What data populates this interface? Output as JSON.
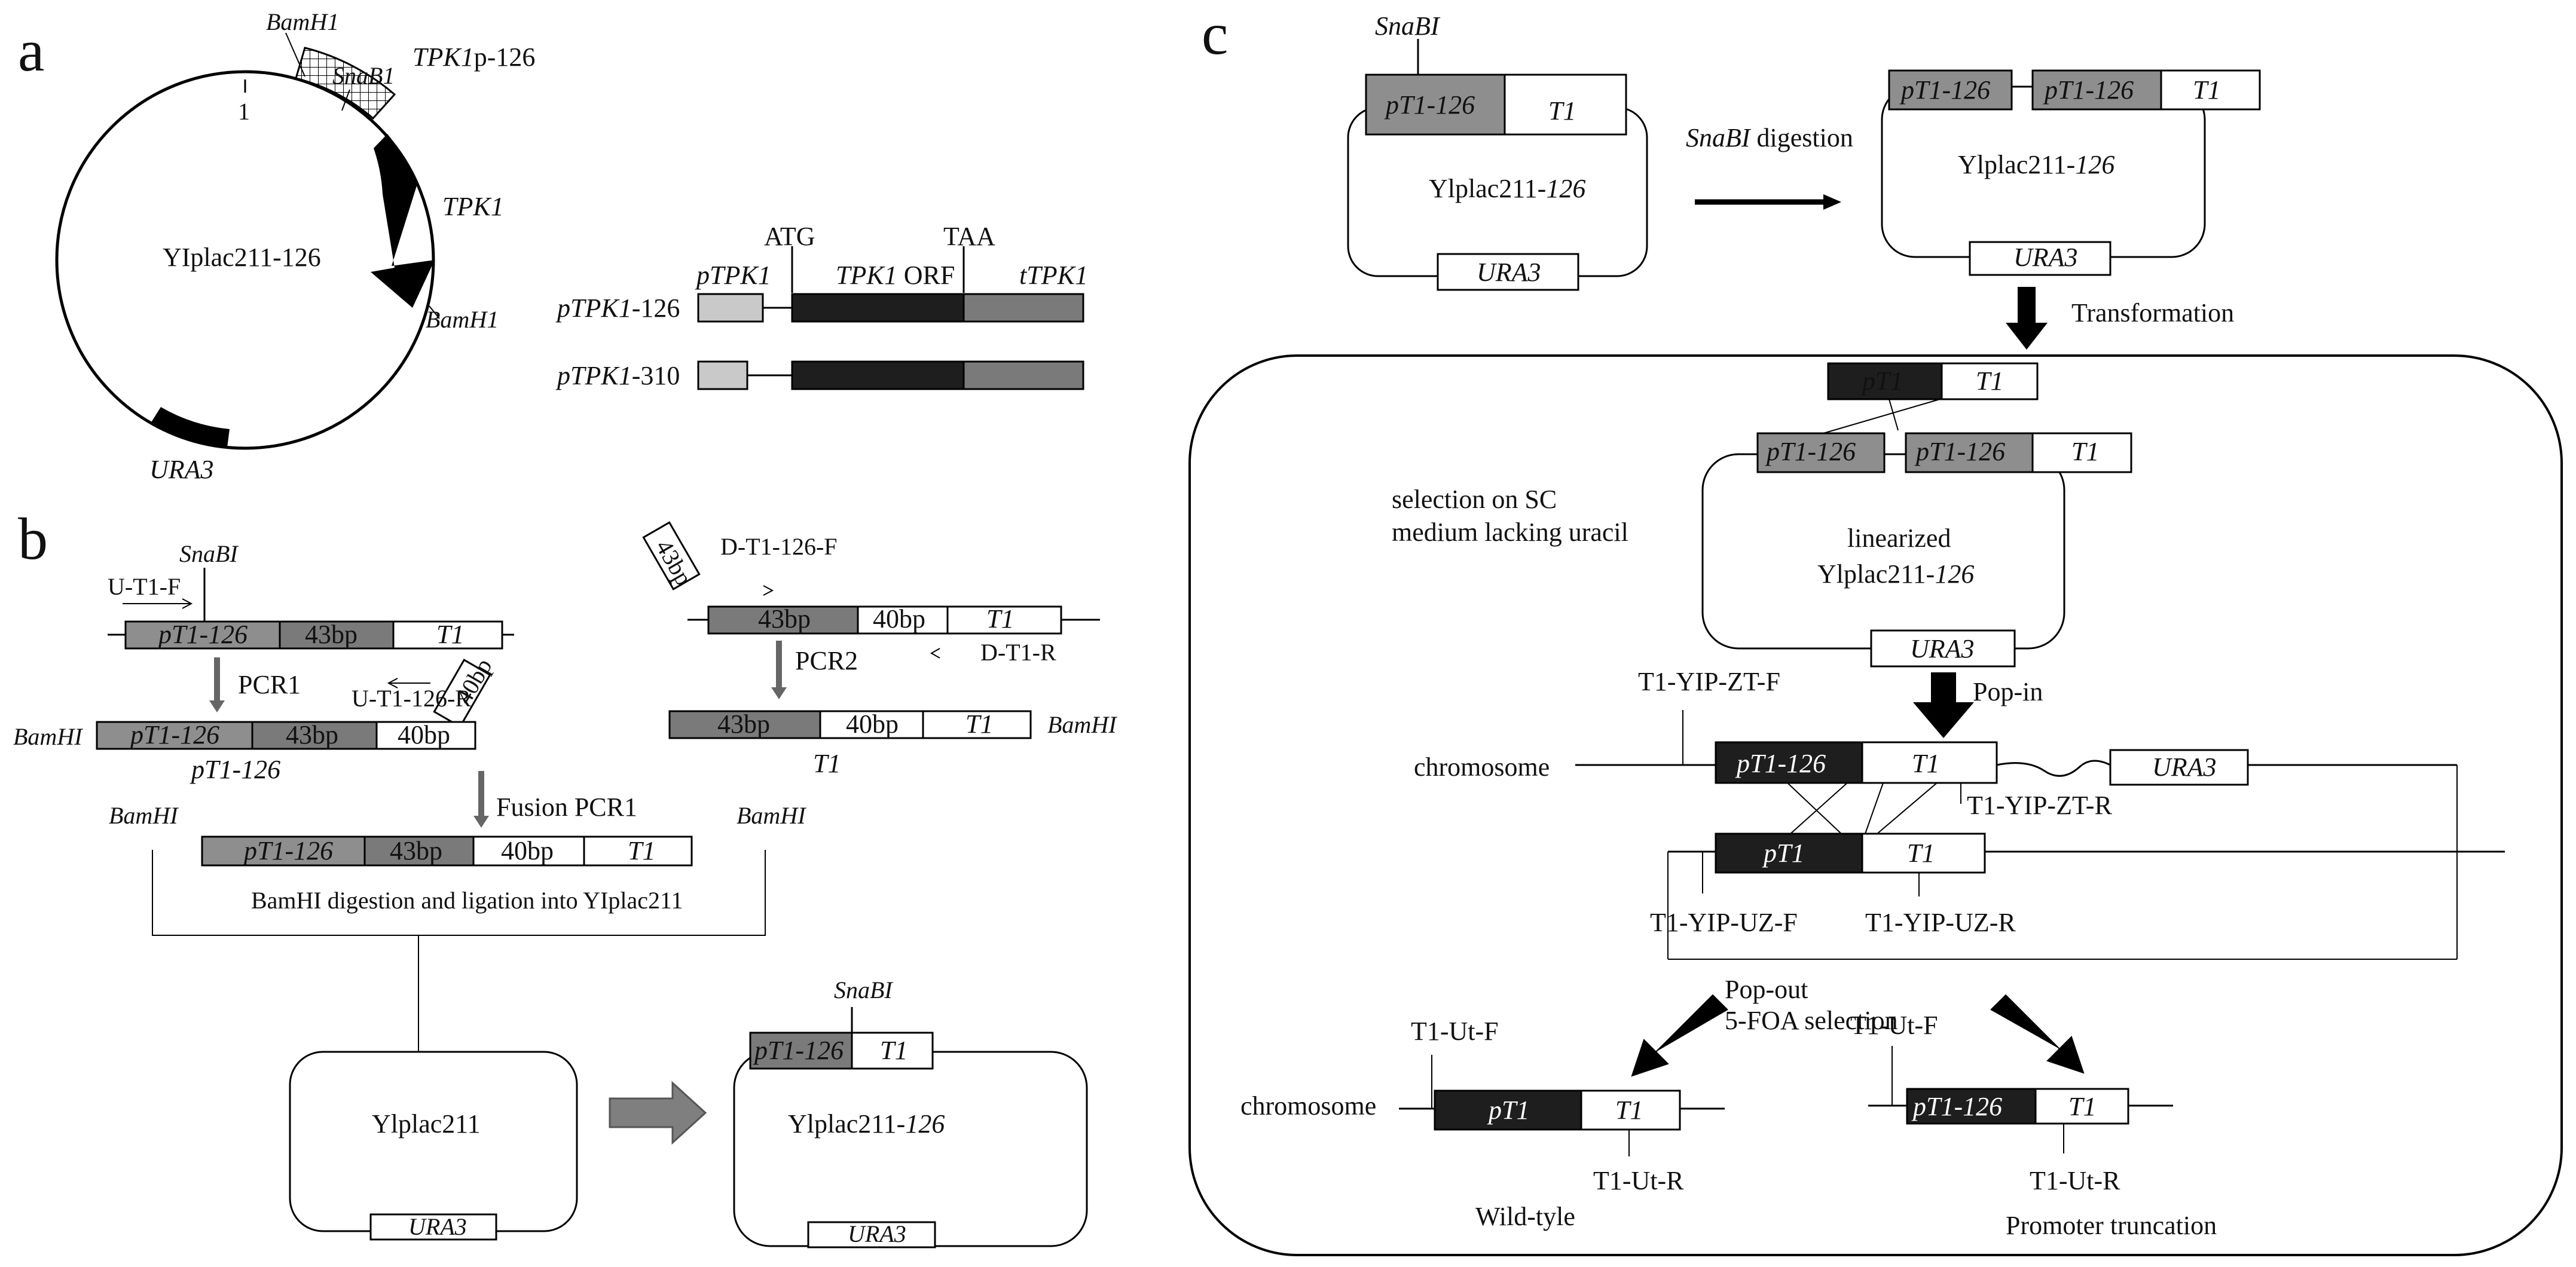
{
  "panels": {
    "a": "a",
    "b": "b",
    "c": "c"
  },
  "panel_a": {
    "plasmid_name": "YIplac211-126",
    "tick_one": "1",
    "bamh1_top": "BamH1",
    "snab1": "SnaB1",
    "tpk1p": "TPK1",
    "tpk1p_suffix": "p-126",
    "tpk1": "TPK1",
    "bamh1_right": "BamH1",
    "ura3": "URA3",
    "atg": "ATG",
    "taa": "TAA",
    "ptpk1": "pTPK1",
    "tpk1_orf_italic": "TPK1",
    "tpk1_orf_rest": " ORF",
    "ttpk1": "tTPK1",
    "row1_italic": "pTPK1",
    "row1_rest": "-126",
    "row2_italic": "pTPK1",
    "row2_rest": "-310"
  },
  "panel_b": {
    "snabi_left": "SnaBI",
    "u_t1_f": "U-T1-F",
    "pt1_126": "pT1-126",
    "bp43": "43bp",
    "t1": "T1",
    "pcr1": "PCR1",
    "bp40": "40bp",
    "u_t1_126_r": "U-T1-126-R",
    "bamhi": "BamHI",
    "pt1_126_label": "pT1-126",
    "d_t1_126_f": "D-T1-126-F",
    "d_t1_r": "D-T1-R",
    "pcr2": "PCR2",
    "t1_label": "T1",
    "fusion": "Fusion PCR1",
    "bamhi_left": "BamHI",
    "bamhi_right": "BamHI",
    "digest_line": "BamHI digestion and ligation into YIplac211",
    "ylplac211": "Ylplac211",
    "ura3": "URA3",
    "snabi_right": "SnaBI",
    "ylplac211_126_a": "Ylplac211-",
    "ylplac211_126_b": "126"
  },
  "panel_c": {
    "snabi": "SnaBI",
    "pt1_126": "pT1-126",
    "t1": "T1",
    "ylplac_a": "Ylplac211-",
    "ylplac_b": "126",
    "ura3": "URA3",
    "digestion_a": "SnaBI",
    "digestion_b": " digestion",
    "transformation": "Transformation",
    "pt1": "pT1",
    "selection_l1": "selection on SC",
    "selection_l2": "medium lacking uracil",
    "linearized": "linearized",
    "t1_yip_zt_f": "T1-YIP-ZT-F",
    "pop_in": "Pop-in",
    "chromosome": "chromosome",
    "t1_yip_zt_r": "T1-YIP-ZT-R",
    "t1_yip_uz_f": "T1-YIP-UZ-F",
    "t1_yip_uz_r": "T1-YIP-UZ-R",
    "pop_out": "Pop-out",
    "foa": "5-FOA selection",
    "t1_ut_f": "T1-Ut-F",
    "t1_ut_r": "T1-Ut-R",
    "wild": "Wild-tyle",
    "promoter": "Promoter truncation"
  }
}
